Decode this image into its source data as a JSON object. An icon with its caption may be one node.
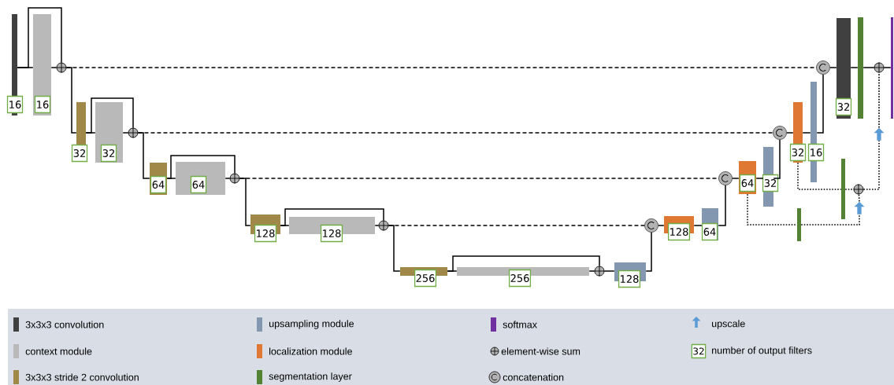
{
  "diagram": {
    "nodes": [
      {
        "text": [
          "16"
        ]
      },
      {
        "text": [
          "16"
        ]
      },
      {
        "text": [],
        "shape": "circle"
      },
      {
        "text": [
          "32"
        ]
      },
      {
        "text": [
          "32"
        ]
      },
      {
        "text": [],
        "shape": "circle"
      },
      {
        "text": [
          "64"
        ]
      },
      {
        "text": [
          "64"
        ]
      },
      {
        "text": [],
        "shape": "circle"
      },
      {
        "text": [
          "128"
        ]
      },
      {
        "text": [
          "128"
        ]
      },
      {
        "text": [],
        "shape": "circle"
      },
      {
        "text": [
          "256"
        ]
      },
      {
        "text": [
          "256"
        ]
      },
      {
        "text": [],
        "shape": "circle"
      },
      {
        "text": [
          "128"
        ]
      },
      {
        "text": [],
        "shape": "circle"
      },
      {
        "text": [
          "128"
        ]
      },
      {
        "text": [
          "64"
        ]
      },
      {
        "text": [],
        "shape": "circle"
      },
      {
        "text": [
          "64"
        ]
      },
      {
        "text": [
          "32"
        ]
      },
      {
        "text": [],
        "shape": "circle"
      },
      {
        "text": [
          "32"
        ]
      },
      {
        "text": [
          "16"
        ]
      },
      {
        "text": [],
        "shape": "circle"
      },
      {
        "text": [
          "32"
        ]
      },
      {
        "text": [],
        "shape": "bar"
      },
      {
        "text": [],
        "shape": "circle"
      },
      {
        "text": [],
        "shape": "bar"
      },
      {
        "text": [],
        "shape": "arrow"
      },
      {
        "text": [],
        "shape": "bar"
      },
      {
        "text": [],
        "shape": "circle"
      },
      {
        "text": [],
        "shape": "arrow"
      },
      {
        "text": [],
        "shape": "bar"
      }
    ],
    "edges": [
      {
        "from": 0,
        "to": 1,
        "arrow": "none"
      },
      {
        "from": 0,
        "to": 2,
        "arrow": "none"
      },
      {
        "from": 1,
        "to": 2,
        "arrow": "none"
      },
      {
        "from": 2,
        "to": 3,
        "arrow": "none"
      },
      {
        "from": 3,
        "to": 4,
        "arrow": "none"
      },
      {
        "from": 3,
        "to": 5,
        "arrow": "none"
      },
      {
        "from": 4,
        "to": 5,
        "arrow": "none"
      },
      {
        "from": 5,
        "to": 6,
        "arrow": "none"
      },
      {
        "from": 6,
        "to": 7,
        "arrow": "none"
      },
      {
        "from": 6,
        "to": 8,
        "arrow": "none"
      },
      {
        "from": 7,
        "to": 8,
        "arrow": "none"
      },
      {
        "from": 8,
        "to": 9,
        "arrow": "none"
      },
      {
        "from": 9,
        "to": 10,
        "arrow": "none"
      },
      {
        "from": 9,
        "to": 11,
        "arrow": "none"
      },
      {
        "from": 10,
        "to": 11,
        "arrow": "none"
      },
      {
        "from": 11,
        "to": 12,
        "arrow": "none"
      },
      {
        "from": 12,
        "to": 13,
        "arrow": "none"
      },
      {
        "from": 12,
        "to": 14,
        "arrow": "none"
      },
      {
        "from": 13,
        "to": 14,
        "arrow": "none"
      },
      {
        "from": 14,
        "to": 15,
        "arrow": "none"
      },
      {
        "from": 15,
        "to": 16,
        "arrow": "none"
      },
      {
        "from": 16,
        "to": 17,
        "arrow": "none"
      },
      {
        "from": 17,
        "to": 18,
        "arrow": "none"
      },
      {
        "from": 18,
        "to": 19,
        "arrow": "none"
      },
      {
        "from": 19,
        "to": 20,
        "arrow": "none"
      },
      {
        "from": 20,
        "to": 21,
        "arrow": "none"
      },
      {
        "from": 21,
        "to": 22,
        "arrow": "none"
      },
      {
        "from": 22,
        "to": 23,
        "arrow": "none"
      },
      {
        "from": 23,
        "to": 24,
        "arrow": "none"
      },
      {
        "from": 24,
        "to": 25,
        "arrow": "none"
      },
      {
        "from": 25,
        "to": 26,
        "arrow": "none"
      },
      {
        "from": 26,
        "to": 27,
        "arrow": "none"
      },
      {
        "from": 27,
        "to": 28,
        "arrow": "none"
      },
      {
        "from": 28,
        "to": 29,
        "arrow": "none"
      },
      {
        "from": 2,
        "to": 25,
        "arrow": "none",
        "style": "dashed"
      },
      {
        "from": 5,
        "to": 22,
        "arrow": "none",
        "style": "dashed"
      },
      {
        "from": 8,
        "to": 19,
        "arrow": "none",
        "style": "dashed"
      },
      {
        "from": 11,
        "to": 16,
        "arrow": "none",
        "style": "dashed"
      },
      {
        "from": 20,
        "to": 34,
        "arrow": "none",
        "style": "dashed"
      },
      {
        "from": 34,
        "to": 33,
        "arrow": "none",
        "style": "dashed"
      },
      {
        "from": 33,
        "to": 32,
        "arrow": "none",
        "style": "dashed"
      },
      {
        "from": 23,
        "to": 31,
        "arrow": "none",
        "style": "dashed"
      },
      {
        "from": 31,
        "to": 32,
        "arrow": "none",
        "style": "dashed"
      },
      {
        "from": 32,
        "to": 30,
        "arrow": "none",
        "style": "dashed"
      },
      {
        "from": 30,
        "to": 28,
        "arrow": "none",
        "style": "dashed"
      }
    ],
    "labels": [
      "32"
    ],
    "legend": [
      {
        "text": "3x3x3 convolution",
        "color": "#404040"
      },
      {
        "text": "upsampling module",
        "color": "#8497b0"
      },
      {
        "text": "softmax",
        "color": "#7030a0"
      },
      {
        "text": "upscale"
      },
      {
        "text": "context module"
      },
      {
        "text": "localization module"
      },
      {
        "text": "element-wise sum"
      },
      {
        "text": "number of output filters"
      },
      {
        "text": "3x3x3 stride 2 convolution",
        "color": "#a08848"
      },
      {
        "text": "segmentation layer",
        "color": "#548235"
      },
      {
        "text": "concatenation"
      }
    ]
  }
}
